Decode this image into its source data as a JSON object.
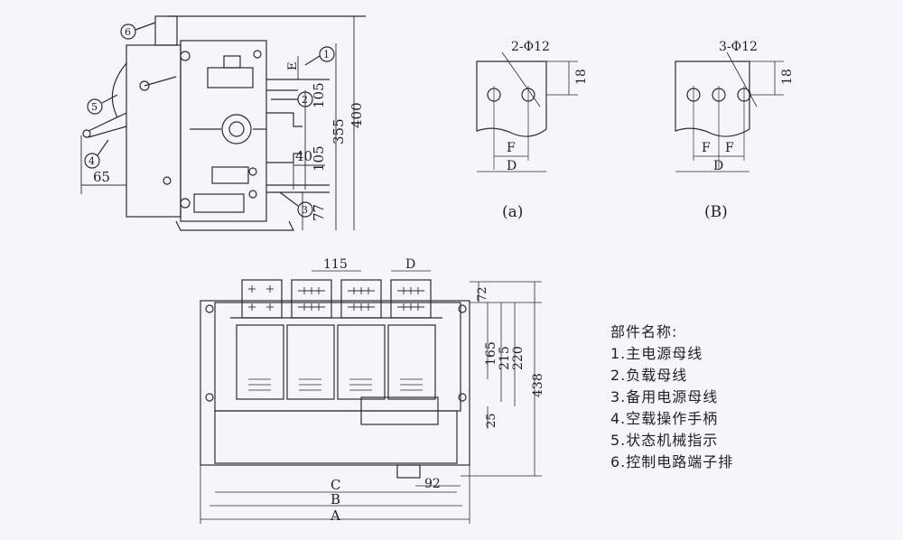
{
  "side_view": {
    "dims": {
      "d400": "400",
      "d355": "355",
      "d105a": "105",
      "d105b": "105",
      "d40": "40",
      "d77": "77",
      "d65": "65",
      "dE": "E"
    },
    "callouts": [
      "1",
      "2",
      "3",
      "4",
      "5",
      "6"
    ]
  },
  "busbar_a": {
    "hole_label": "2-Φ12",
    "dim18": "18",
    "dimF": "F",
    "dimD": "D",
    "caption": "(a)"
  },
  "busbar_b": {
    "hole_label": "3-Φ12",
    "dim18": "18",
    "dimF1": "F",
    "dimF2": "F",
    "dimD": "D",
    "caption": "(B)"
  },
  "front_view": {
    "dims": {
      "d115": "115",
      "dD": "D",
      "d72": "72",
      "d165": "165",
      "d215": "215",
      "d220": "220",
      "d438": "438",
      "d25": "25",
      "d92": "92",
      "dC": "C",
      "dB": "B",
      "dA": "A"
    }
  },
  "legend": {
    "title": "部件名称:",
    "items": [
      "1.主电源母线",
      "2.负载母线",
      "3.备用电源母线",
      "4.空载操作手柄",
      "5.状态机械指示",
      "6.控制电路端子排"
    ]
  },
  "colors": {
    "line": "#2b2d33",
    "background": "#f4f6fb"
  }
}
